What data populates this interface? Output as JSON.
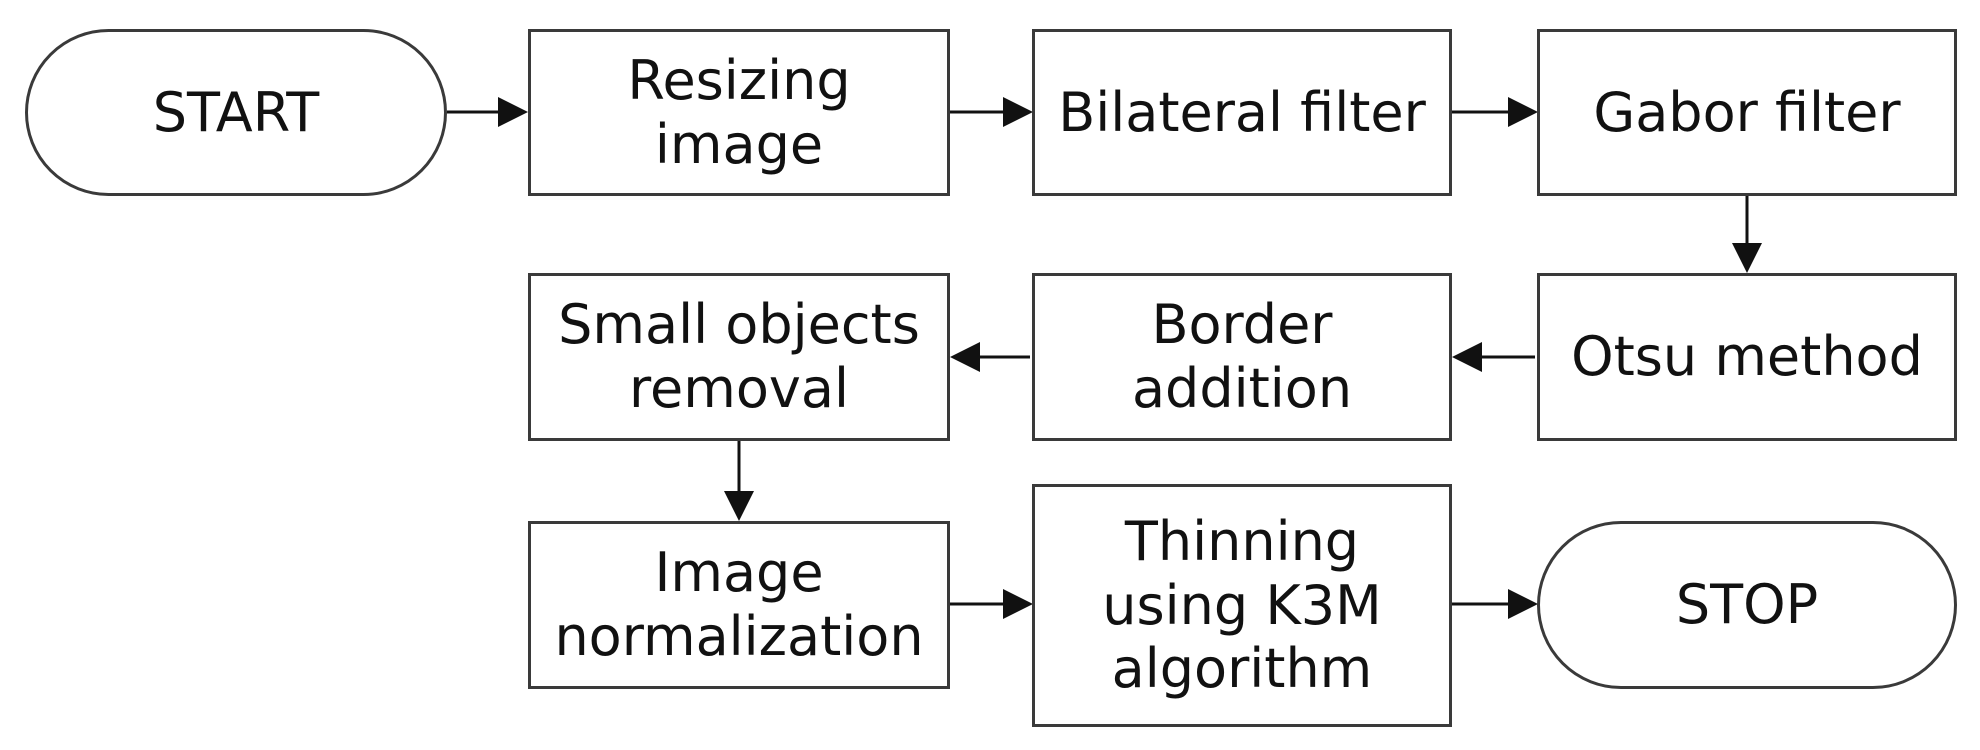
{
  "diagram": {
    "nodes": {
      "start": "START",
      "resize": "Resizing\nimage",
      "bilateral": "Bilateral filter",
      "gabor": "Gabor filter",
      "otsu": "Otsu method",
      "border": "Border\naddition",
      "small_objects": "Small objects\nremoval",
      "normalization": "Image\nnormalization",
      "thinning": "Thinning\nusing K3M\nalgorithm",
      "stop": "STOP"
    },
    "edges": [
      [
        "start",
        "resize"
      ],
      [
        "resize",
        "bilateral"
      ],
      [
        "bilateral",
        "gabor"
      ],
      [
        "gabor",
        "otsu"
      ],
      [
        "otsu",
        "border"
      ],
      [
        "border",
        "small_objects"
      ],
      [
        "small_objects",
        "normalization"
      ],
      [
        "normalization",
        "thinning"
      ],
      [
        "thinning",
        "stop"
      ]
    ],
    "colors": {
      "stroke": "#3a3a3a",
      "text": "#111111",
      "background": "#ffffff"
    }
  }
}
